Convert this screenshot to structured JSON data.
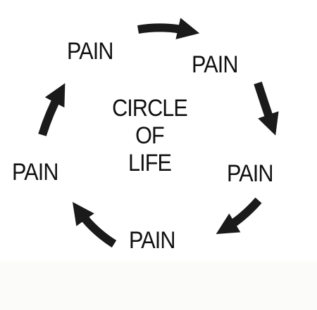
{
  "diagram": {
    "nodes": [
      "PAIN",
      "PAIN",
      "PAIN",
      "PAIN",
      "PAIN"
    ],
    "center": [
      "CIRCLE",
      "OF",
      "LIFE"
    ],
    "arrow_color": "#1a1a1a",
    "text_color": "#111111"
  }
}
